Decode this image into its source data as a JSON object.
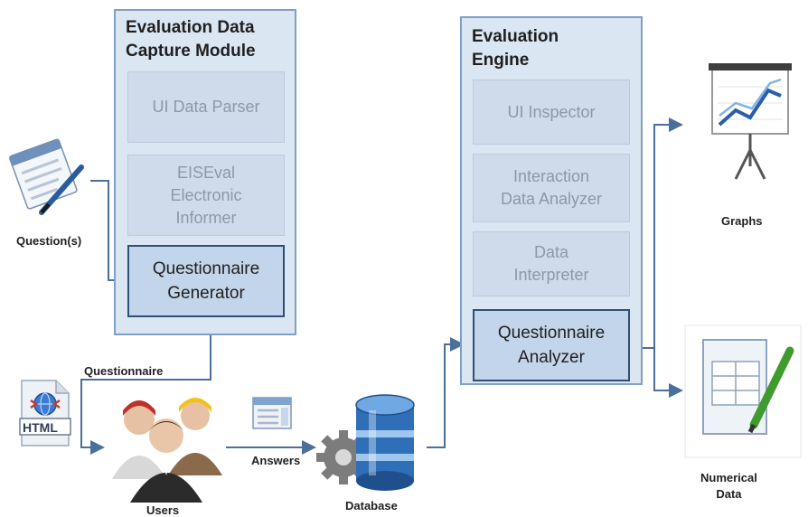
{
  "capture_module": {
    "title": "Evaluation Data\nCapture Module",
    "components": [
      "UI Data Parser",
      "EISEval\nElectronic\nInformer"
    ],
    "generator": "Questionnaire\nGenerator"
  },
  "engine": {
    "title": "Evaluation\nEngine",
    "components": [
      "UI Inspector",
      "Interaction\nData Analyzer",
      "Data\nInterpreter"
    ],
    "analyzer": "Questionnaire\nAnalyzer"
  },
  "labels": {
    "questions": "Question(s)",
    "questionnaire": "Questionnaire",
    "html": "HTML",
    "users": "Users",
    "answers": "Answers",
    "database": "Database",
    "graphs": "Graphs",
    "numerical_data": "Numerical\nData"
  },
  "colors": {
    "module_fill": "#dbe6f3",
    "module_border": "#7f9fc4",
    "connector": "#4a6f9a"
  }
}
